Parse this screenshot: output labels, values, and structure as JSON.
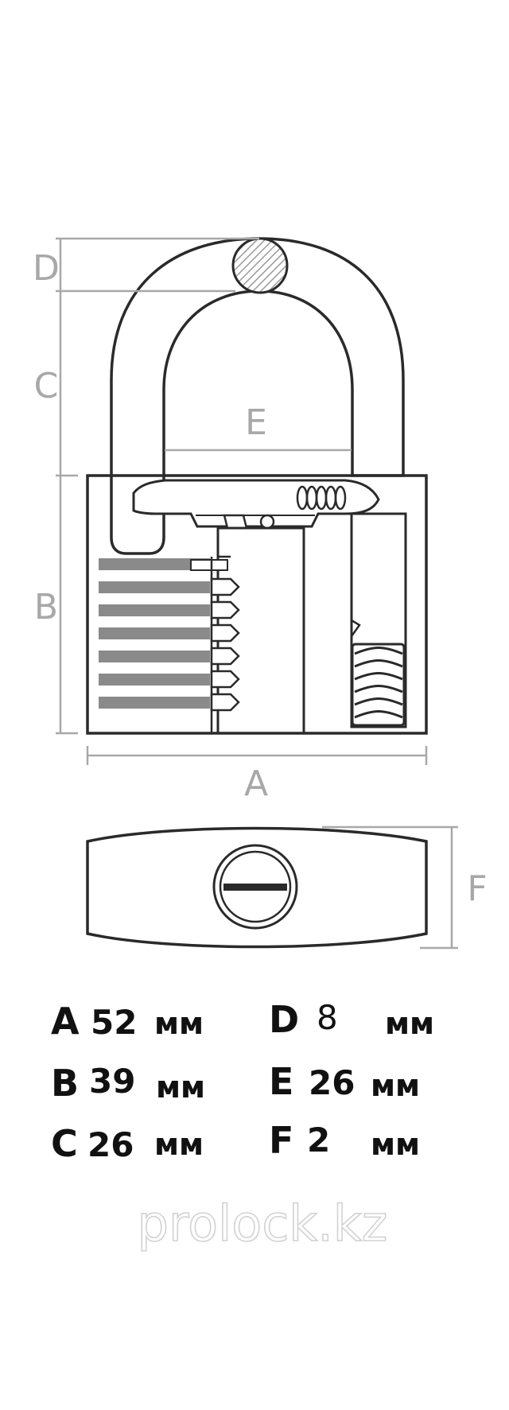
{
  "dimension_labels": {
    "a": "A",
    "b": "B",
    "c": "C",
    "d": "D",
    "e": "E",
    "f": "F"
  },
  "specs": {
    "a": {
      "letter": "A",
      "value": "52",
      "unit": "мм"
    },
    "b": {
      "letter": "B",
      "value": "39",
      "unit": "мм"
    },
    "c": {
      "letter": "C",
      "value": "26",
      "unit": "мм"
    },
    "d": {
      "letter": "D",
      "value": "8",
      "unit": "мм"
    },
    "e": {
      "letter": "E",
      "value": "26",
      "unit": "мм"
    },
    "f": {
      "letter": "F",
      "value": "2",
      "unit": "мм"
    }
  },
  "watermark": "prolock.kz",
  "colors": {
    "outline": "#2a2a2a",
    "dimension": "#a8a8a8",
    "pin": "#8a8a8a",
    "text": "#111111"
  }
}
